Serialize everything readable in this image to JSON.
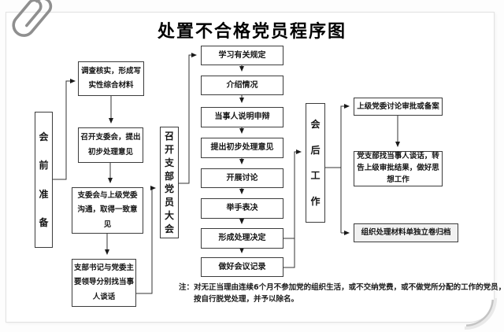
{
  "title": "处置不合格党员程序图",
  "stages": {
    "pre_label": "会前准备",
    "meeting_label": "召开支部党员大会",
    "post_label": "会后工作"
  },
  "pre_steps": [
    "调查核实，形成写实性综合材料",
    "召开支委会，提出初步处理意见",
    "支委会与上级党委沟通，取得一致意见",
    "支部书记与党委主要领导分别找当事人谈话"
  ],
  "meeting_steps": [
    "学习有关规定",
    "介绍情况",
    "当事人说明申辩",
    "提出初步处理意见",
    "开展讨论",
    "举手表决",
    "形成处理决定",
    "做好会议记录"
  ],
  "post_steps": [
    "上级党委讨论审批或备案",
    "党支部找当事人谈话，转告上级审批结果，做好思想工作",
    "组织处理材料单独立卷归档"
  ],
  "note": {
    "prefix": "注：",
    "line1": "对无正当理由连续6个月不参加党的组织生活，或不交纳党费，或不做党所分配的工作的党员，",
    "line2": "按自行脱党处理，并予以除名。"
  },
  "colors": {
    "line": "#333333",
    "box_border": "#3c3c3c",
    "paper": "#ffffff",
    "clip": "#8f8f8f"
  }
}
